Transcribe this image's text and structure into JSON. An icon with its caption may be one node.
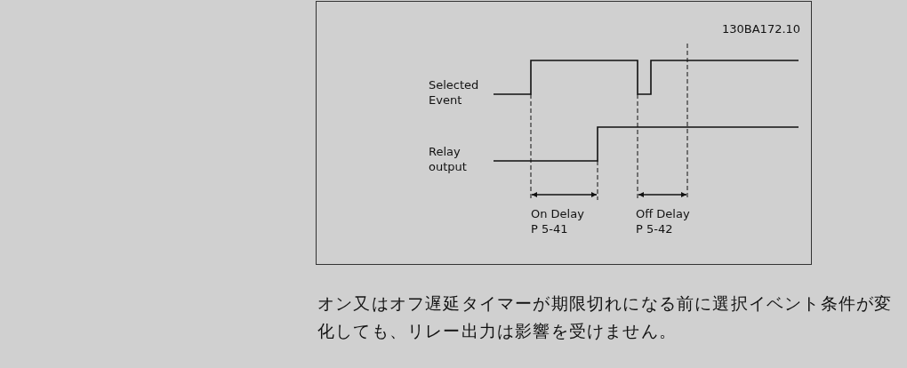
{
  "diagram": {
    "caption": "オン又はオフ遅延タイマーが期限切れになる前に選択イベント条件が変化しても、リレー出力は影響を受けません。",
    "labels": [
      "130BA172.10",
      "Selected Event",
      "Relay output",
      "On Delay P 5-41",
      "Off Delay P 5-42"
    ]
  }
}
